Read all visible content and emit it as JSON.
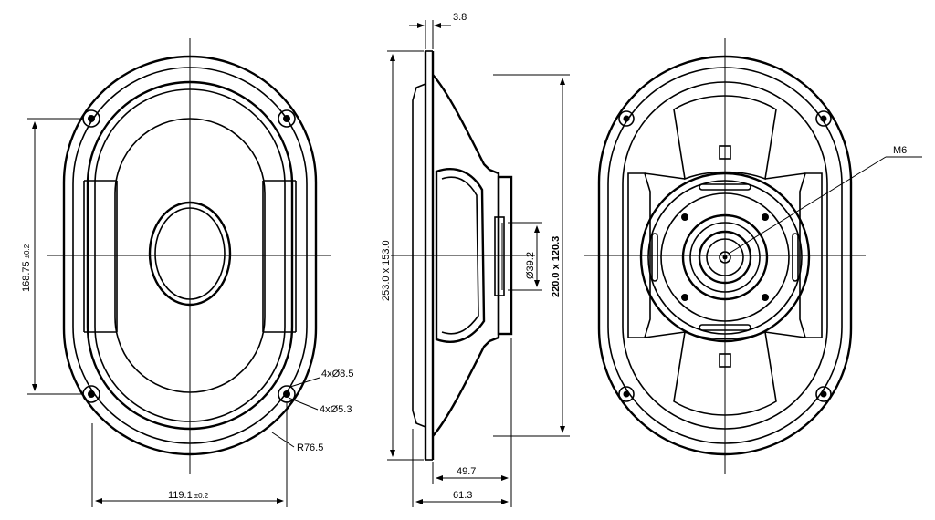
{
  "drawing": {
    "front_view": {
      "height_dim": "168.75",
      "height_tol": "±0.2",
      "width_dim": "119.1",
      "width_tol": "±0.2",
      "hole_outer": "4xØ8.5",
      "hole_inner": "4xØ5.3",
      "corner_radius": "R76.5"
    },
    "side_view": {
      "flange_thickness": "3.8",
      "overall_size": "253.0 x 153.0",
      "magnet_dia": "Ø39.2",
      "cone_size": "220.0 x 120.3",
      "depth_a": "49.7",
      "depth_b": "61.3"
    },
    "rear_view": {
      "thread": "M6"
    }
  }
}
